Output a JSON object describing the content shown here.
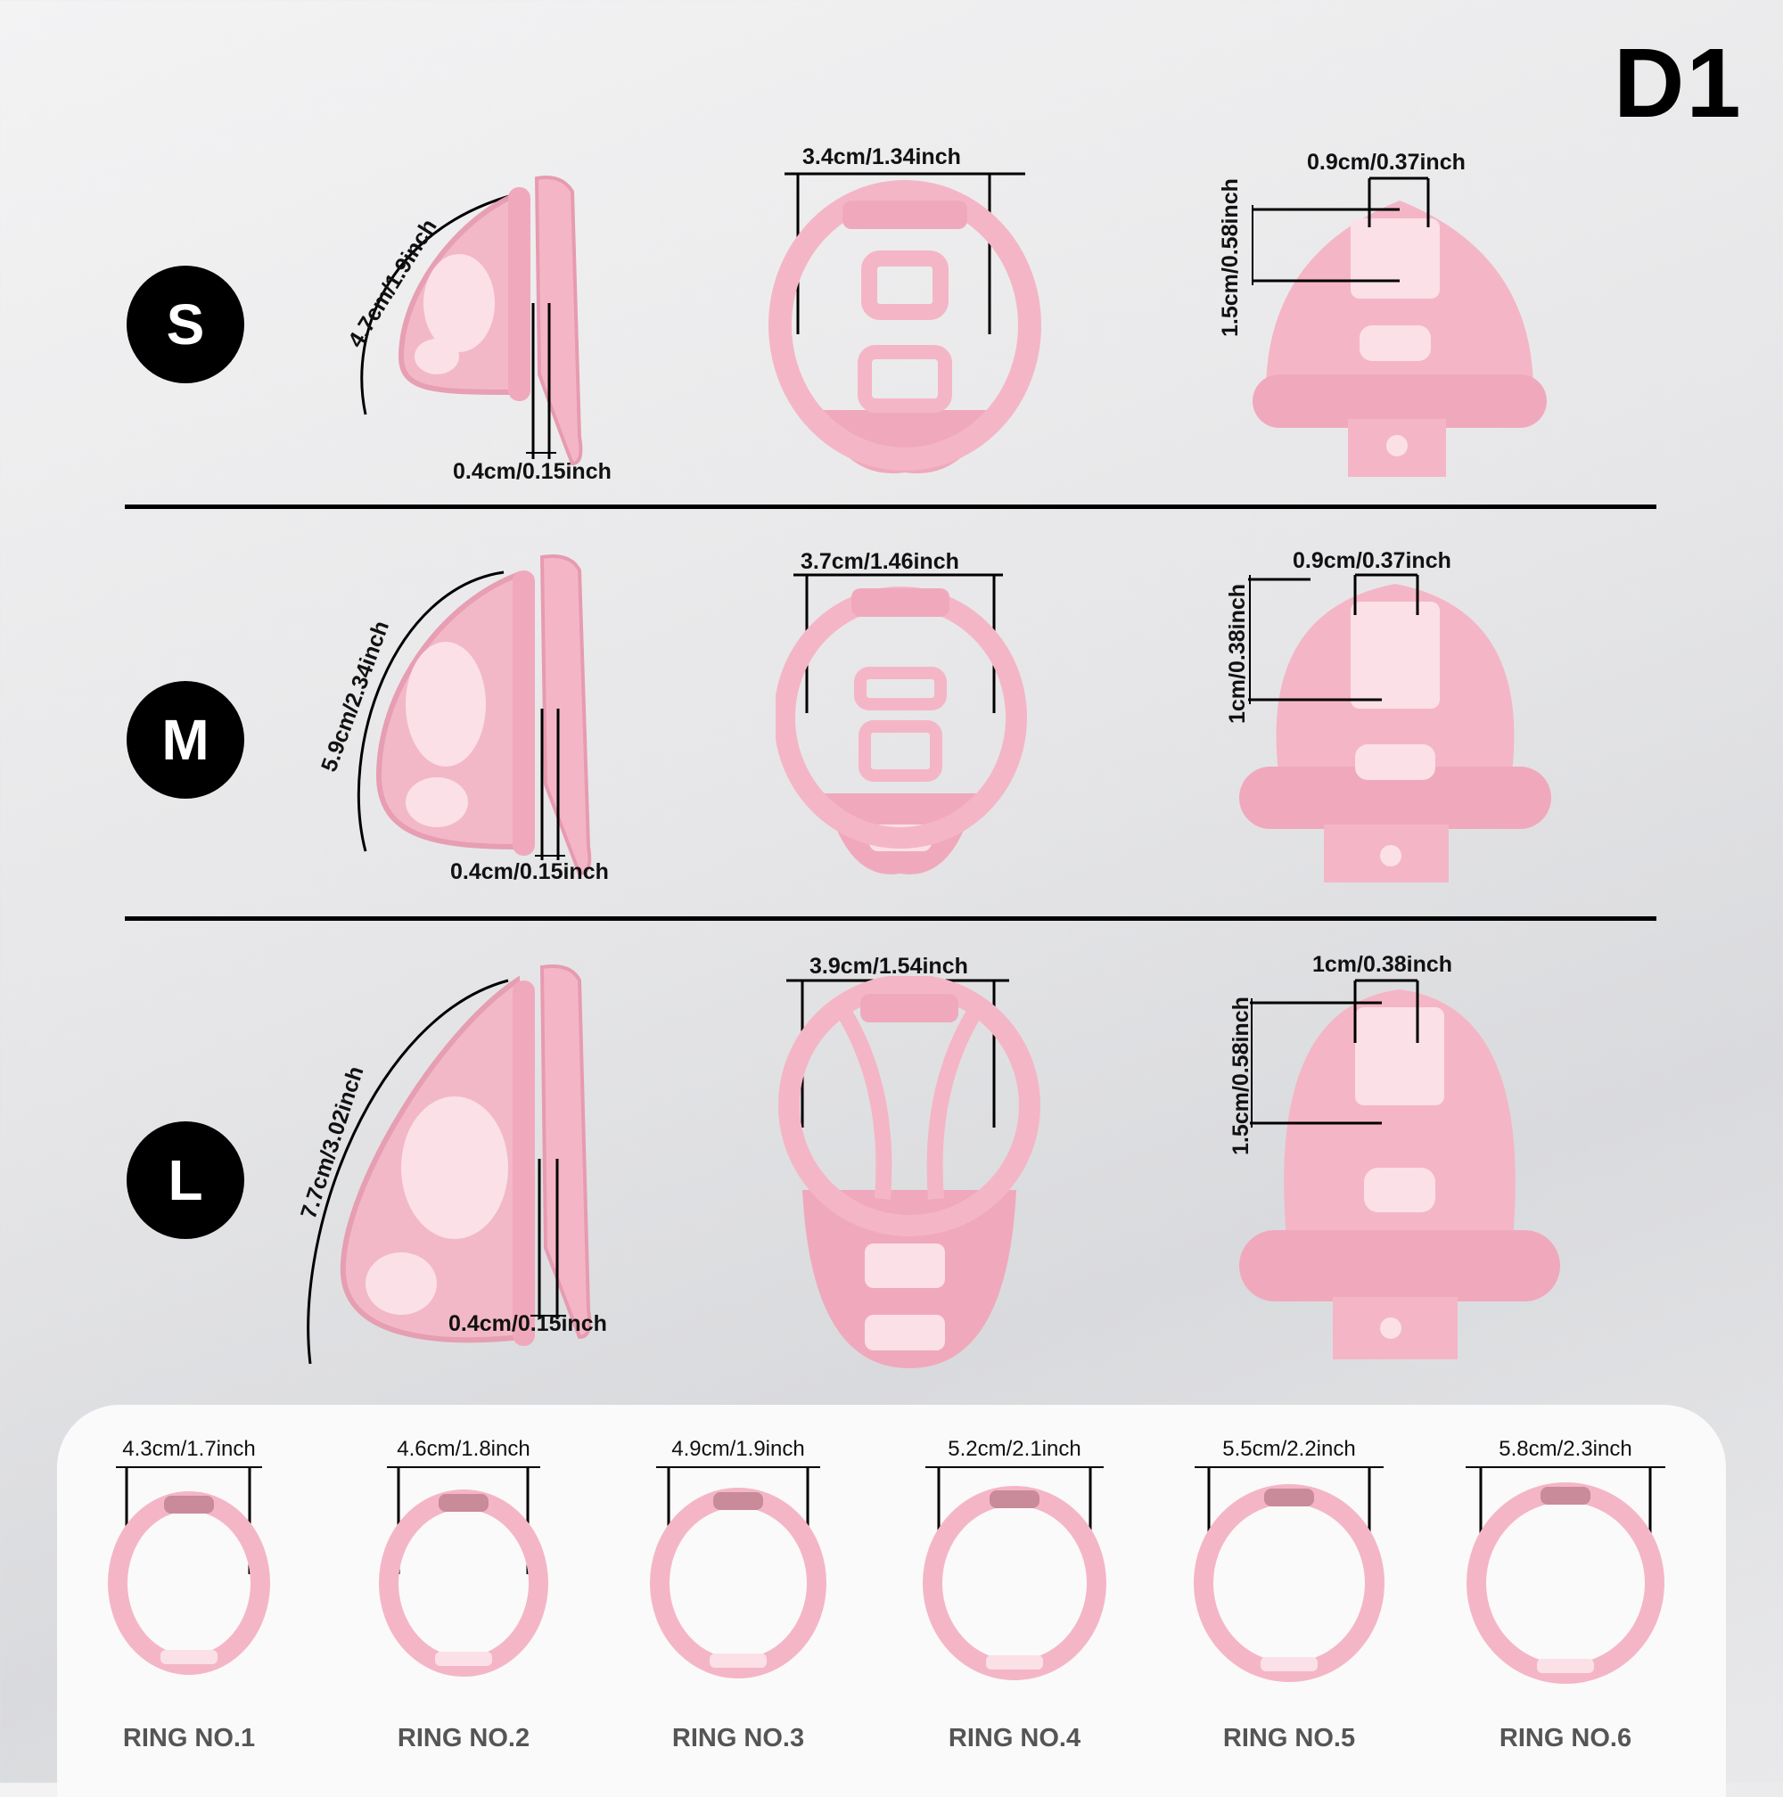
{
  "model_code": "D1",
  "sizes": [
    {
      "badge": "S",
      "side_length": "4.7cm/1.9inch",
      "side_thickness": "0.4cm/0.15inch",
      "front_width": "3.4cm/1.34inch",
      "back_gap": "0.9cm/0.37inch",
      "back_height": "1.5cm/0.58inch"
    },
    {
      "badge": "M",
      "side_length": "5.9cm/2.34inch",
      "side_thickness": "0.4cm/0.15inch",
      "front_width": "3.7cm/1.46inch",
      "back_gap": "0.9cm/0.37inch",
      "back_height": "1cm/0.38inch"
    },
    {
      "badge": "L",
      "side_length": "7.7cm/3.02inch",
      "side_thickness": "0.4cm/0.15inch",
      "front_width": "3.9cm/1.54inch",
      "back_gap": "1cm/0.38inch",
      "back_height": "1.5cm/0.58inch"
    }
  ],
  "rings": [
    {
      "name": "RING NO.1",
      "size": "4.3cm/1.7inch"
    },
    {
      "name": "RING NO.2",
      "size": "4.6cm/1.8inch"
    },
    {
      "name": "RING NO.3",
      "size": "4.9cm/1.9inch"
    },
    {
      "name": "RING NO.4",
      "size": "5.2cm/2.1inch"
    },
    {
      "name": "RING NO.5",
      "size": "5.5cm/2.2inch"
    },
    {
      "name": "RING NO.6",
      "size": "5.8cm/2.3inch"
    }
  ],
  "colors": {
    "product_pink": "#f4b6c6",
    "product_pink_dark": "#e79bb0",
    "text": "#111111"
  }
}
